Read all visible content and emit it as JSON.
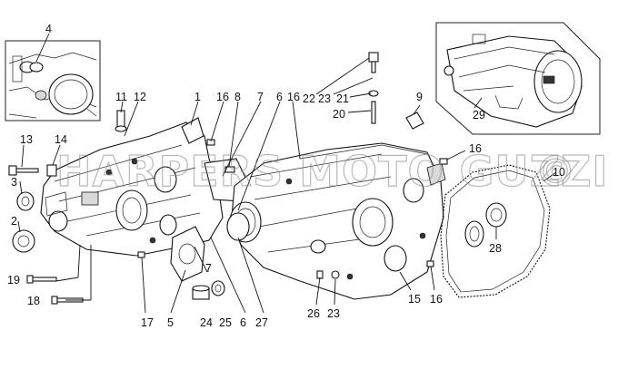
{
  "diagram": {
    "watermark": "HARPERS MOTO GUZZI",
    "watermark_symbol": "©",
    "callouts": [
      {
        "id": "c1",
        "text": "1"
      },
      {
        "id": "c2",
        "text": "2"
      },
      {
        "id": "c3",
        "text": "3"
      },
      {
        "id": "c4",
        "text": "4"
      },
      {
        "id": "c5",
        "text": "5"
      },
      {
        "id": "c6a",
        "text": "6"
      },
      {
        "id": "c6b",
        "text": "6"
      },
      {
        "id": "c7a",
        "text": "7"
      },
      {
        "id": "c7b",
        "text": "7"
      },
      {
        "id": "c8",
        "text": "8"
      },
      {
        "id": "c9",
        "text": "9"
      },
      {
        "id": "c10",
        "text": "10"
      },
      {
        "id": "c11",
        "text": "11"
      },
      {
        "id": "c12",
        "text": "12"
      },
      {
        "id": "c13",
        "text": "13"
      },
      {
        "id": "c14",
        "text": "14"
      },
      {
        "id": "c15",
        "text": "15"
      },
      {
        "id": "c16a",
        "text": "16"
      },
      {
        "id": "c16b",
        "text": "16"
      },
      {
        "id": "c16c",
        "text": "16"
      },
      {
        "id": "c16d",
        "text": "16"
      },
      {
        "id": "c17",
        "text": "17"
      },
      {
        "id": "c18",
        "text": "18"
      },
      {
        "id": "c19",
        "text": "19"
      },
      {
        "id": "c20",
        "text": "20"
      },
      {
        "id": "c21",
        "text": "21"
      },
      {
        "id": "c22",
        "text": "22"
      },
      {
        "id": "c23a",
        "text": "23"
      },
      {
        "id": "c23b",
        "text": "23"
      },
      {
        "id": "c24",
        "text": "24"
      },
      {
        "id": "c25",
        "text": "25"
      },
      {
        "id": "c26",
        "text": "26"
      },
      {
        "id": "c27",
        "text": "27"
      },
      {
        "id": "c28",
        "text": "28"
      },
      {
        "id": "c29",
        "text": "29"
      }
    ]
  }
}
